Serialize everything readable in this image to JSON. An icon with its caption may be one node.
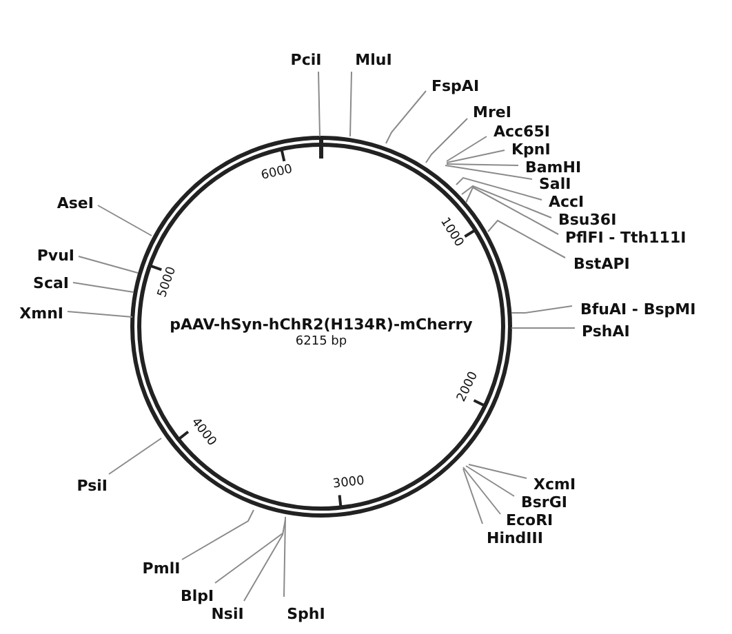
{
  "diagram": {
    "title": "pAAV-hSyn-hChR2(H134R)-mCherry",
    "nodes": [
      {
        "text": [
          "PciI"
        ]
      },
      {
        "text": [
          "MluI"
        ]
      },
      {
        "text": [
          "FspAI"
        ]
      },
      {
        "text": [
          "MreI"
        ]
      },
      {
        "text": [
          "Acc65I"
        ]
      },
      {
        "text": [
          "KpnI"
        ]
      },
      {
        "text": [
          "BamHI"
        ]
      },
      {
        "text": [
          "SalI"
        ]
      },
      {
        "text": [
          "AccI"
        ]
      },
      {
        "text": [
          "Bsu36I"
        ]
      },
      {
        "text": [
          "PflFI - Tth111I"
        ]
      },
      {
        "text": [
          "BstAPI"
        ]
      },
      {
        "text": [
          "BfuAI - BspMI"
        ]
      },
      {
        "text": [
          "PshAI"
        ]
      },
      {
        "text": [
          "XcmI"
        ]
      },
      {
        "text": [
          "BsrGI"
        ]
      },
      {
        "text": [
          "EcoRI"
        ]
      },
      {
        "text": [
          "HindIII"
        ]
      },
      {
        "text": [
          "SphI"
        ]
      },
      {
        "text": [
          "NsiI"
        ]
      },
      {
        "text": [
          "BlpI"
        ]
      },
      {
        "text": [
          "PmlI"
        ]
      },
      {
        "text": [
          "PsiI"
        ]
      },
      {
        "text": [
          "XmnI"
        ]
      },
      {
        "text": [
          "ScaI"
        ]
      },
      {
        "text": [
          "PvuI"
        ]
      },
      {
        "text": [
          "AseI"
        ]
      }
    ],
    "edges": [
      {
        "from": 0,
        "to": null,
        "arrow": "none"
      },
      {
        "from": 1,
        "to": null,
        "arrow": "none"
      },
      {
        "from": 2,
        "to": null,
        "arrow": "none"
      },
      {
        "from": 3,
        "to": null,
        "arrow": "none"
      },
      {
        "from": 4,
        "to": null,
        "arrow": "none"
      },
      {
        "from": 5,
        "to": null,
        "arrow": "none"
      },
      {
        "from": 6,
        "to": null,
        "arrow": "none"
      },
      {
        "from": 7,
        "to": null,
        "arrow": "none"
      },
      {
        "from": 8,
        "to": null,
        "arrow": "none"
      },
      {
        "from": 9,
        "to": null,
        "arrow": "none"
      },
      {
        "from": 10,
        "to": null,
        "arrow": "none"
      },
      {
        "from": 11,
        "to": null,
        "arrow": "none"
      },
      {
        "from": 12,
        "to": null,
        "arrow": "none"
      },
      {
        "from": 13,
        "to": null,
        "arrow": "none"
      },
      {
        "from": 14,
        "to": null,
        "arrow": "none"
      },
      {
        "from": 15,
        "to": null,
        "arrow": "none"
      },
      {
        "from": 16,
        "to": null,
        "arrow": "none"
      },
      {
        "from": 17,
        "to": null,
        "arrow": "none"
      },
      {
        "from": 18,
        "to": null,
        "arrow": "none"
      },
      {
        "from": 19,
        "to": null,
        "arrow": "none"
      },
      {
        "from": 20,
        "to": null,
        "arrow": "none"
      },
      {
        "from": 21,
        "to": null,
        "arrow": "none"
      },
      {
        "from": 22,
        "to": null,
        "arrow": "none"
      },
      {
        "from": 23,
        "to": null,
        "arrow": "none"
      },
      {
        "from": 24,
        "to": null,
        "arrow": "none"
      },
      {
        "from": 25,
        "to": null,
        "arrow": "none"
      },
      {
        "from": 26,
        "to": null,
        "arrow": "none"
      }
    ],
    "labels": [
      "6215 bp",
      "6000",
      "1000",
      "2000",
      "3000",
      "4000",
      "5000"
    ]
  }
}
